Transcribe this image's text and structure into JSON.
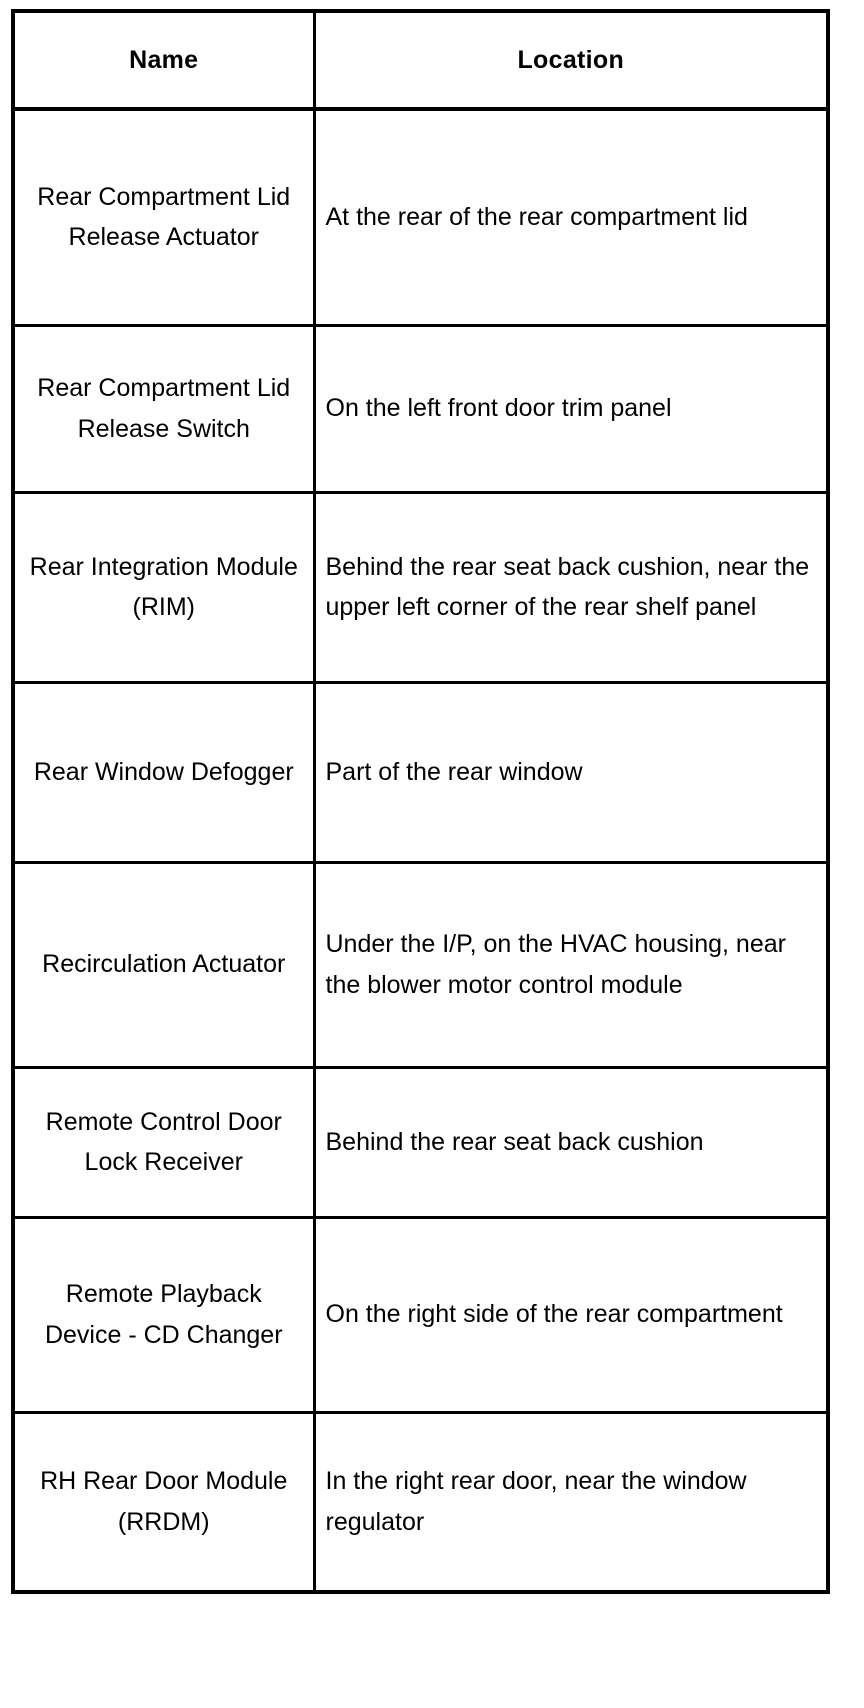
{
  "table": {
    "columns": [
      {
        "key": "name",
        "label": "Name",
        "align": "center"
      },
      {
        "key": "location",
        "label": "Location",
        "align": "left"
      }
    ],
    "rows": [
      {
        "name": "Rear Compartment Lid Release Actuator",
        "location": "At the rear of the rear compartment lid"
      },
      {
        "name": "Rear Compartment Lid Release Switch",
        "location": "On the left front door trim panel"
      },
      {
        "name": "Rear Integration Module (RIM)",
        "location": "Behind the rear seat back cushion, near the upper left corner of the rear shelf panel"
      },
      {
        "name": "Rear Window Defogger",
        "location": "Part of the rear window"
      },
      {
        "name": "Recirculation Actuator",
        "location": "Under the I/P, on the HVAC housing, near the blower motor control module"
      },
      {
        "name": "Remote Control Door Lock Receiver",
        "location": "Behind the rear seat back cushion"
      },
      {
        "name": "Remote Playback Device - CD Changer",
        "location": "On the right side of the rear compartment"
      },
      {
        "name": "RH Rear Door Module (RRDM)",
        "location": "In the right rear door, near the window regulator"
      }
    ]
  },
  "style": {
    "border_color": "#000000",
    "text_color": "#000000",
    "background": "#ffffff"
  }
}
